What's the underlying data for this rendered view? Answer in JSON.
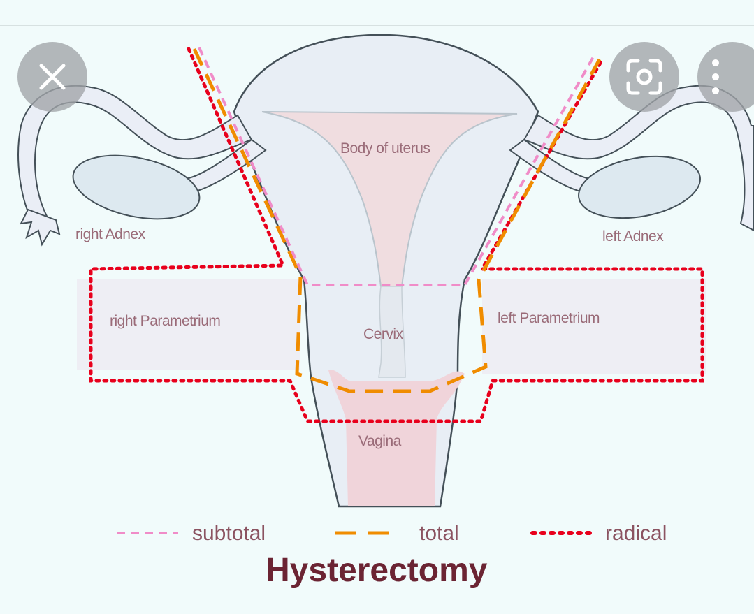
{
  "diagram": {
    "title": "Hysterectomy",
    "labels": {
      "body_of_uterus": "Body of uterus",
      "right_adnex": "right Adnex",
      "left_adnex": "left Adnex",
      "right_parametrium": "right Parametrium",
      "left_parametrium": "left Parametrium",
      "cervix": "Cervix",
      "vagina": "Vagina"
    },
    "legend": [
      {
        "label": "subtotal",
        "color": "#f08cc8",
        "style": "short-dash"
      },
      {
        "label": "total",
        "color": "#f08c00",
        "style": "long-dash"
      },
      {
        "label": "radical",
        "color": "#e8001c",
        "style": "dotted"
      }
    ]
  },
  "controls": {
    "close_icon": "close-icon",
    "lens_icon": "lens-icon",
    "more_icon": "more-vert-icon"
  },
  "colors": {
    "background": "#f1fbfb",
    "subtotal": "#f08cc8",
    "total": "#f08c00",
    "radical": "#e8001c",
    "title": "#6b2433"
  }
}
